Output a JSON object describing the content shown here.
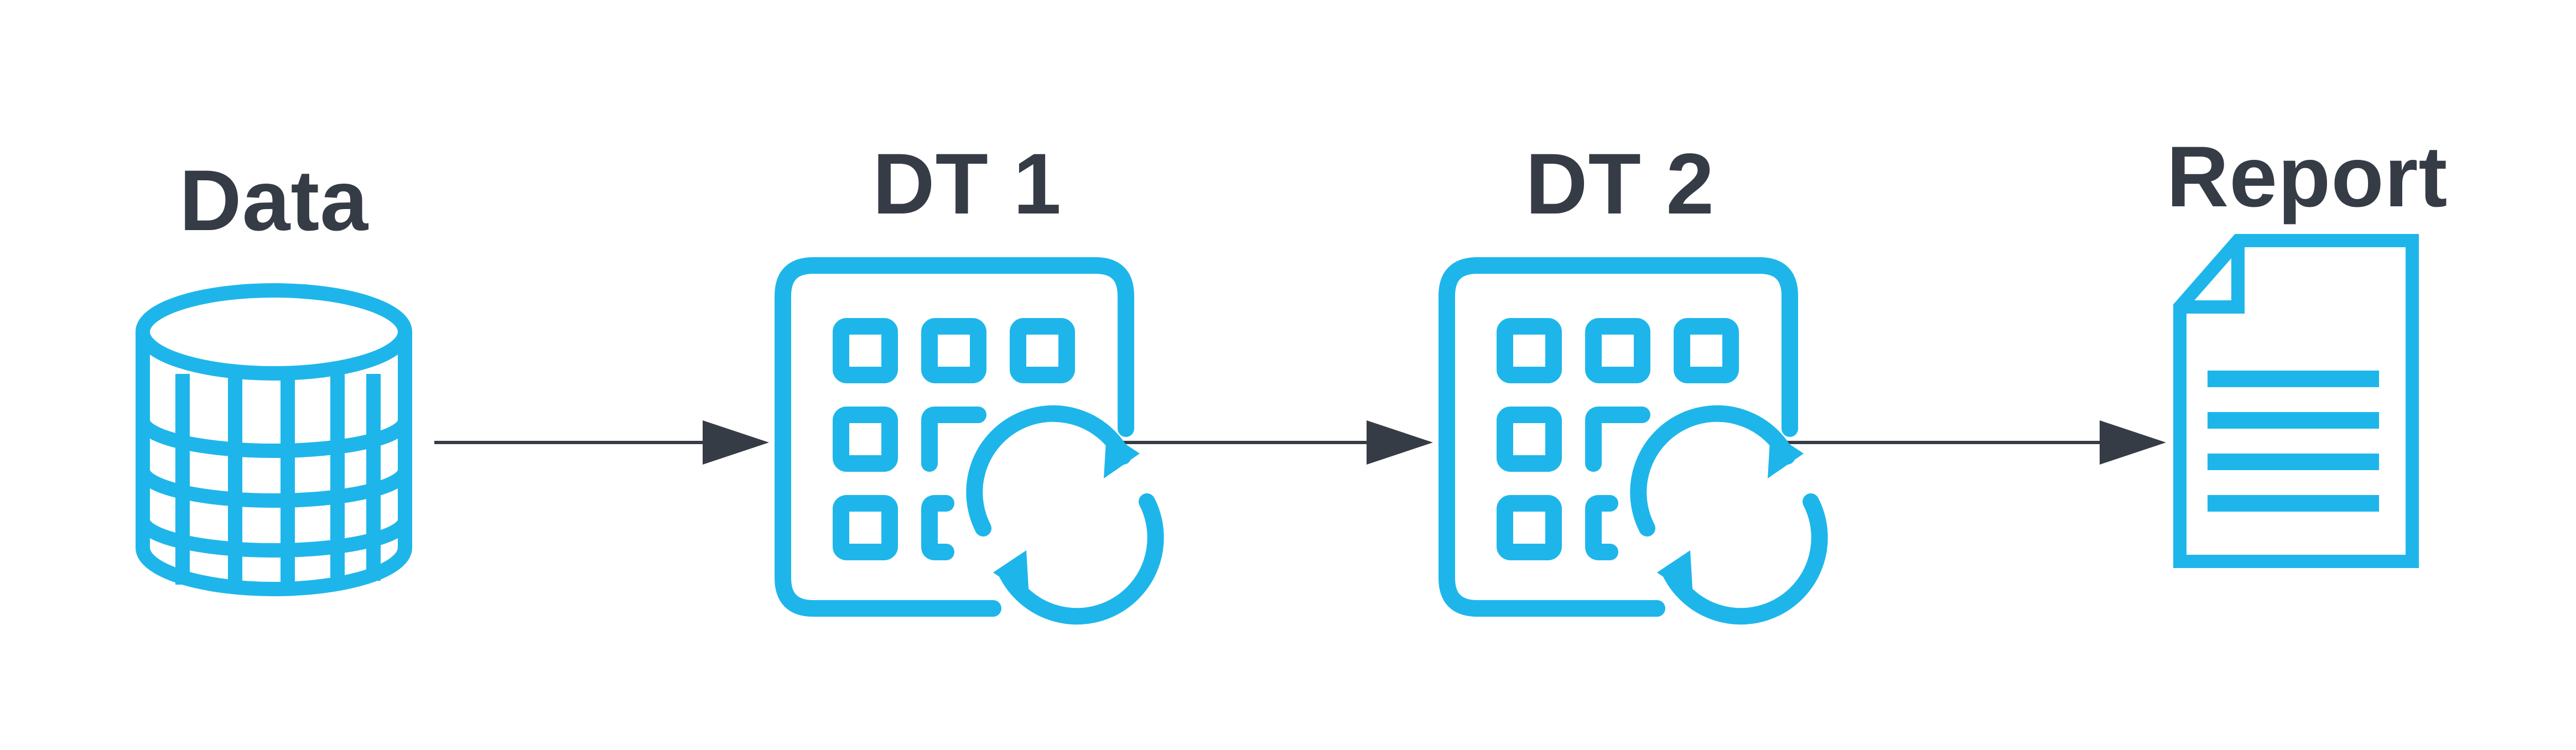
{
  "diagram": {
    "nodes": [
      {
        "id": "data",
        "label": "Data",
        "icon": "database-icon"
      },
      {
        "id": "dt1",
        "label": "DT 1",
        "icon": "dynamic-table-refresh-icon"
      },
      {
        "id": "dt2",
        "label": "DT 2",
        "icon": "dynamic-table-refresh-icon"
      },
      {
        "id": "report",
        "label": "Report",
        "icon": "document-icon"
      }
    ],
    "edges": [
      {
        "from": "data",
        "to": "dt1"
      },
      {
        "from": "dt1",
        "to": "dt2"
      },
      {
        "from": "dt2",
        "to": "report"
      }
    ]
  },
  "colors": {
    "icon": "#1EB6EA",
    "label": "#363C45",
    "arrow": "#363C45",
    "background": "#FFFFFF"
  }
}
